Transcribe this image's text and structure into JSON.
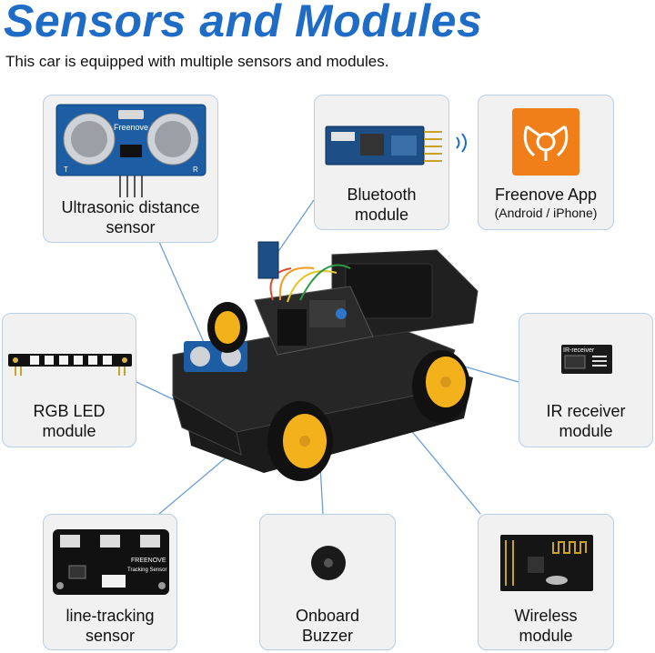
{
  "header": {
    "title": "Sensors and Modules",
    "subtitle": "This car is equipped with multiple sensors and modules."
  },
  "modules": {
    "ultrasonic": {
      "line1": "Ultrasonic distance",
      "line2": "sensor"
    },
    "bluetooth": {
      "line1": "Bluetooth",
      "line2": "module"
    },
    "app": {
      "line1": "Freenove App",
      "line2": "(Android / iPhone)"
    },
    "rgb": {
      "line1": "RGB LED",
      "line2": "module"
    },
    "ir": {
      "line1": "IR receiver",
      "line2": "module"
    },
    "linetracking": {
      "line1": "line-tracking",
      "line2": "sensor"
    },
    "buzzer": {
      "line1": "Onboard",
      "line2": "Buzzer"
    },
    "wireless": {
      "line1": "Wireless",
      "line2": "module"
    }
  },
  "pcb_text": {
    "ultrasonic_brand": "Freenove",
    "ultrasonic_t": "T",
    "ultrasonic_r": "R",
    "ir_label": "IR-receiver",
    "tracking_brand": "FREENOVE",
    "tracking_label": "Tracking Sensor"
  },
  "colors": {
    "title": "#1f6cc6",
    "card_bg": "#f1f1f1",
    "card_border": "#b8cfe8",
    "app_orange": "#f07f1a",
    "pcb_blue": "#1c5da3",
    "wheel_yellow": "#f3b21b"
  }
}
